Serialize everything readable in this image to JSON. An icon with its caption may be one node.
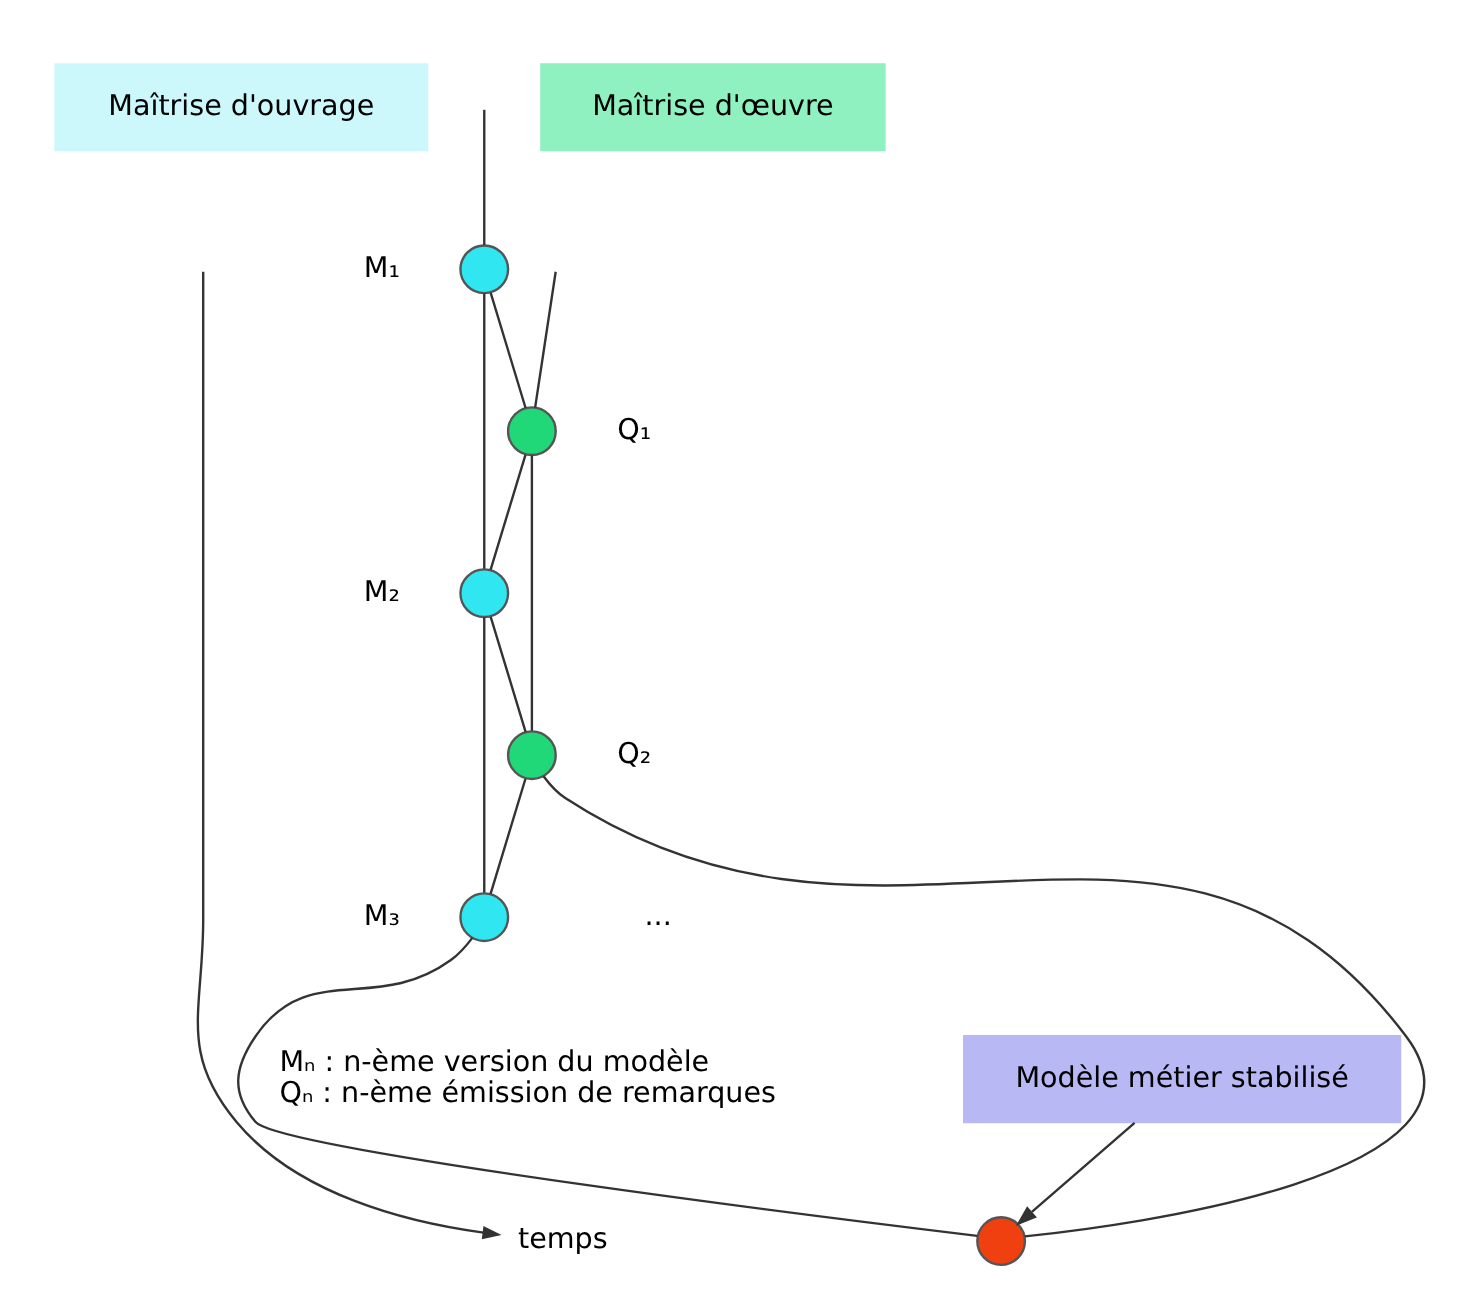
{
  "diagram": {
    "nodes": [
      {
        "text": [
          "Maîtrise d'ouvrage"
        ]
      },
      {
        "text": [
          "Maîtrise d'œuvre"
        ]
      },
      {
        "text": [],
        "shape": "circle",
        "beside": [
          "M₁"
        ]
      },
      {
        "text": [],
        "shape": "circle",
        "beside": [
          "Q₁"
        ]
      },
      {
        "text": [],
        "shape": "circle",
        "beside": [
          "M₂"
        ]
      },
      {
        "text": [],
        "shape": "circle",
        "beside": [
          "Q₂"
        ]
      },
      {
        "text": [],
        "shape": "circle",
        "beside": [
          "M₃"
        ]
      },
      {
        "text": [],
        "shape": "circle"
      },
      {
        "text": [
          "Modèle métier stabilisé"
        ]
      }
    ],
    "edges": [
      {
        "from": null,
        "to": 2,
        "arrow": "none"
      },
      {
        "from": null,
        "to": 3,
        "arrow": "none"
      },
      {
        "from": 2,
        "to": 3,
        "arrow": "none"
      },
      {
        "from": 2,
        "to": 4,
        "arrow": "none"
      },
      {
        "from": 3,
        "to": 4,
        "arrow": "none"
      },
      {
        "from": 3,
        "to": 5,
        "arrow": "none"
      },
      {
        "from": 4,
        "to": 5,
        "arrow": "none"
      },
      {
        "from": 4,
        "to": 6,
        "arrow": "none"
      },
      {
        "from": 5,
        "to": 6,
        "arrow": "none"
      },
      {
        "from": 6,
        "to": 7,
        "arrow": "none"
      },
      {
        "from": 5,
        "to": 7,
        "arrow": "none"
      },
      {
        "from": 8,
        "to": 7,
        "arrow": "to"
      }
    ],
    "labels": [
      "temps",
      "...",
      "Mₙ : n-ème version du modèle",
      "Qₙ : n-ème émission de remarques"
    ]
  }
}
